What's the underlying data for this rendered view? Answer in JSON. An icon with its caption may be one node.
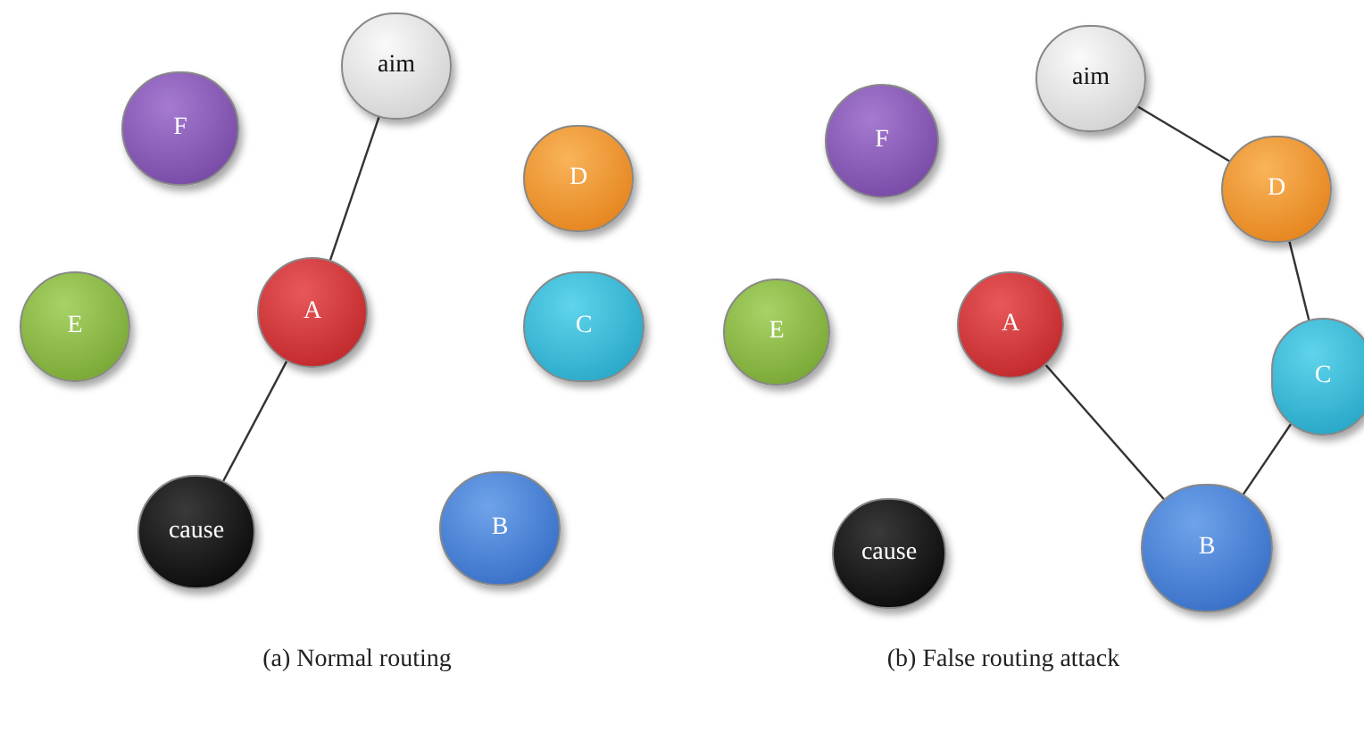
{
  "diagram": {
    "nodes": [
      {
        "text": [
          "aim"
        ]
      },
      {
        "text": [
          "F"
        ]
      },
      {
        "text": [
          "D"
        ]
      },
      {
        "text": [
          "A"
        ]
      },
      {
        "text": [
          "E"
        ]
      },
      {
        "text": [
          "C"
        ]
      },
      {
        "text": [
          "B"
        ]
      },
      {
        "text": [
          "cause"
        ]
      },
      {
        "text": [
          "aim"
        ]
      },
      {
        "text": [
          "F"
        ]
      },
      {
        "text": [
          "D"
        ]
      },
      {
        "text": [
          "A"
        ]
      },
      {
        "text": [
          "E"
        ]
      },
      {
        "text": [
          "C"
        ]
      },
      {
        "text": [
          "B"
        ]
      },
      {
        "text": [
          "cause"
        ]
      }
    ],
    "edges": [
      {
        "from": 0,
        "to": 3,
        "arrow": "none"
      },
      {
        "from": 3,
        "to": 7,
        "arrow": "none"
      },
      {
        "from": 8,
        "to": 10,
        "arrow": "none"
      },
      {
        "from": 10,
        "to": 13,
        "arrow": "none"
      },
      {
        "from": 13,
        "to": 14,
        "arrow": "none"
      },
      {
        "from": 14,
        "to": 11,
        "arrow": "none"
      }
    ],
    "labels": [
      "(a) Normal routing",
      "(b) False routing attack"
    ]
  }
}
